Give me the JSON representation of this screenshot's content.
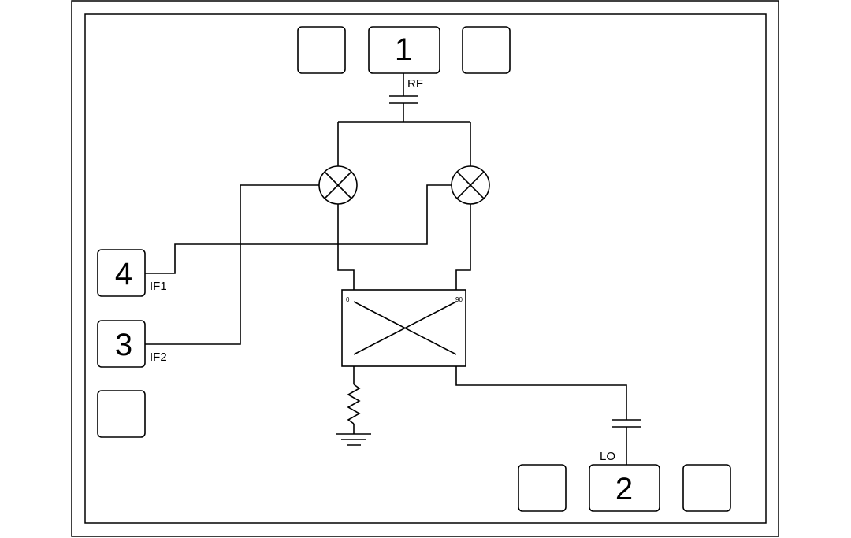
{
  "pads": {
    "rf": "1",
    "lo": "2",
    "if2": "3",
    "if1": "4"
  },
  "labels": {
    "rf": "RF",
    "lo": "LO",
    "if1": "IF1",
    "if2": "IF2"
  },
  "hybrid": {
    "port_0": "0",
    "port_90": "90"
  }
}
